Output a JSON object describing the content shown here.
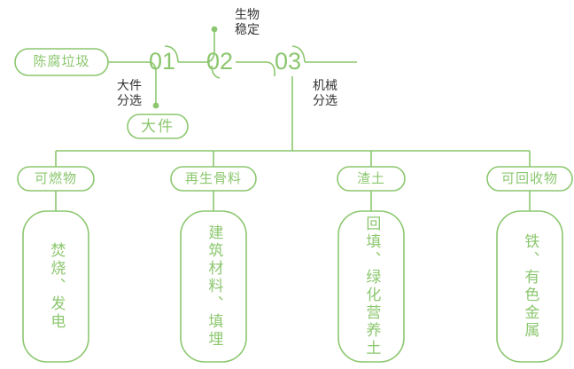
{
  "theme": {
    "accent_green": "#8CC76F",
    "line_green": "#8CC76F",
    "text_green": "#8CC76F",
    "text_dark": "#333333",
    "background": "#ffffff"
  },
  "flow": {
    "start_node": {
      "label": "陈腐垃圾"
    },
    "stages": [
      {
        "number": "01",
        "label": "大件\n分选"
      },
      {
        "number": "02",
        "label": "生物\n稳定"
      },
      {
        "number": "03",
        "label": "机械\n分选"
      }
    ],
    "side_output": {
      "label": "大件"
    }
  },
  "outputs": [
    {
      "category": "可燃物",
      "destination": "焚烧、发电"
    },
    {
      "category": "再生骨料",
      "destination": "建筑材料、填埋"
    },
    {
      "category": "渣土",
      "destination": "回填、绿化营养土"
    },
    {
      "category": "可回收物",
      "destination": "铁、有色金属"
    }
  ]
}
